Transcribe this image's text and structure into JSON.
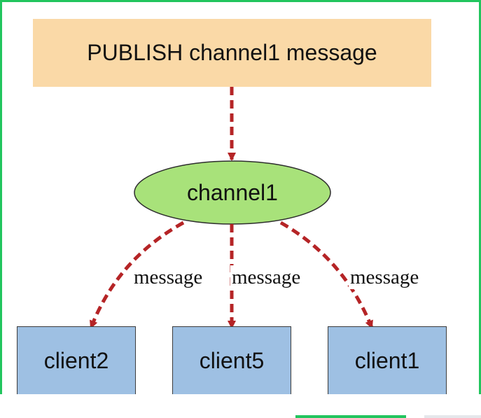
{
  "diagram": {
    "publish_label": "PUBLISH channel1 message",
    "channel_label": "channel1",
    "edge_labels": [
      "message",
      "message",
      "message"
    ],
    "clients": [
      "client2",
      "client5",
      "client1"
    ],
    "colors": {
      "publish_fill": "#fad9a7",
      "channel_fill": "#a8e27a",
      "client_fill": "#9ec0e3",
      "arrow": "#b52426",
      "frame_border": "#22c55e"
    }
  }
}
